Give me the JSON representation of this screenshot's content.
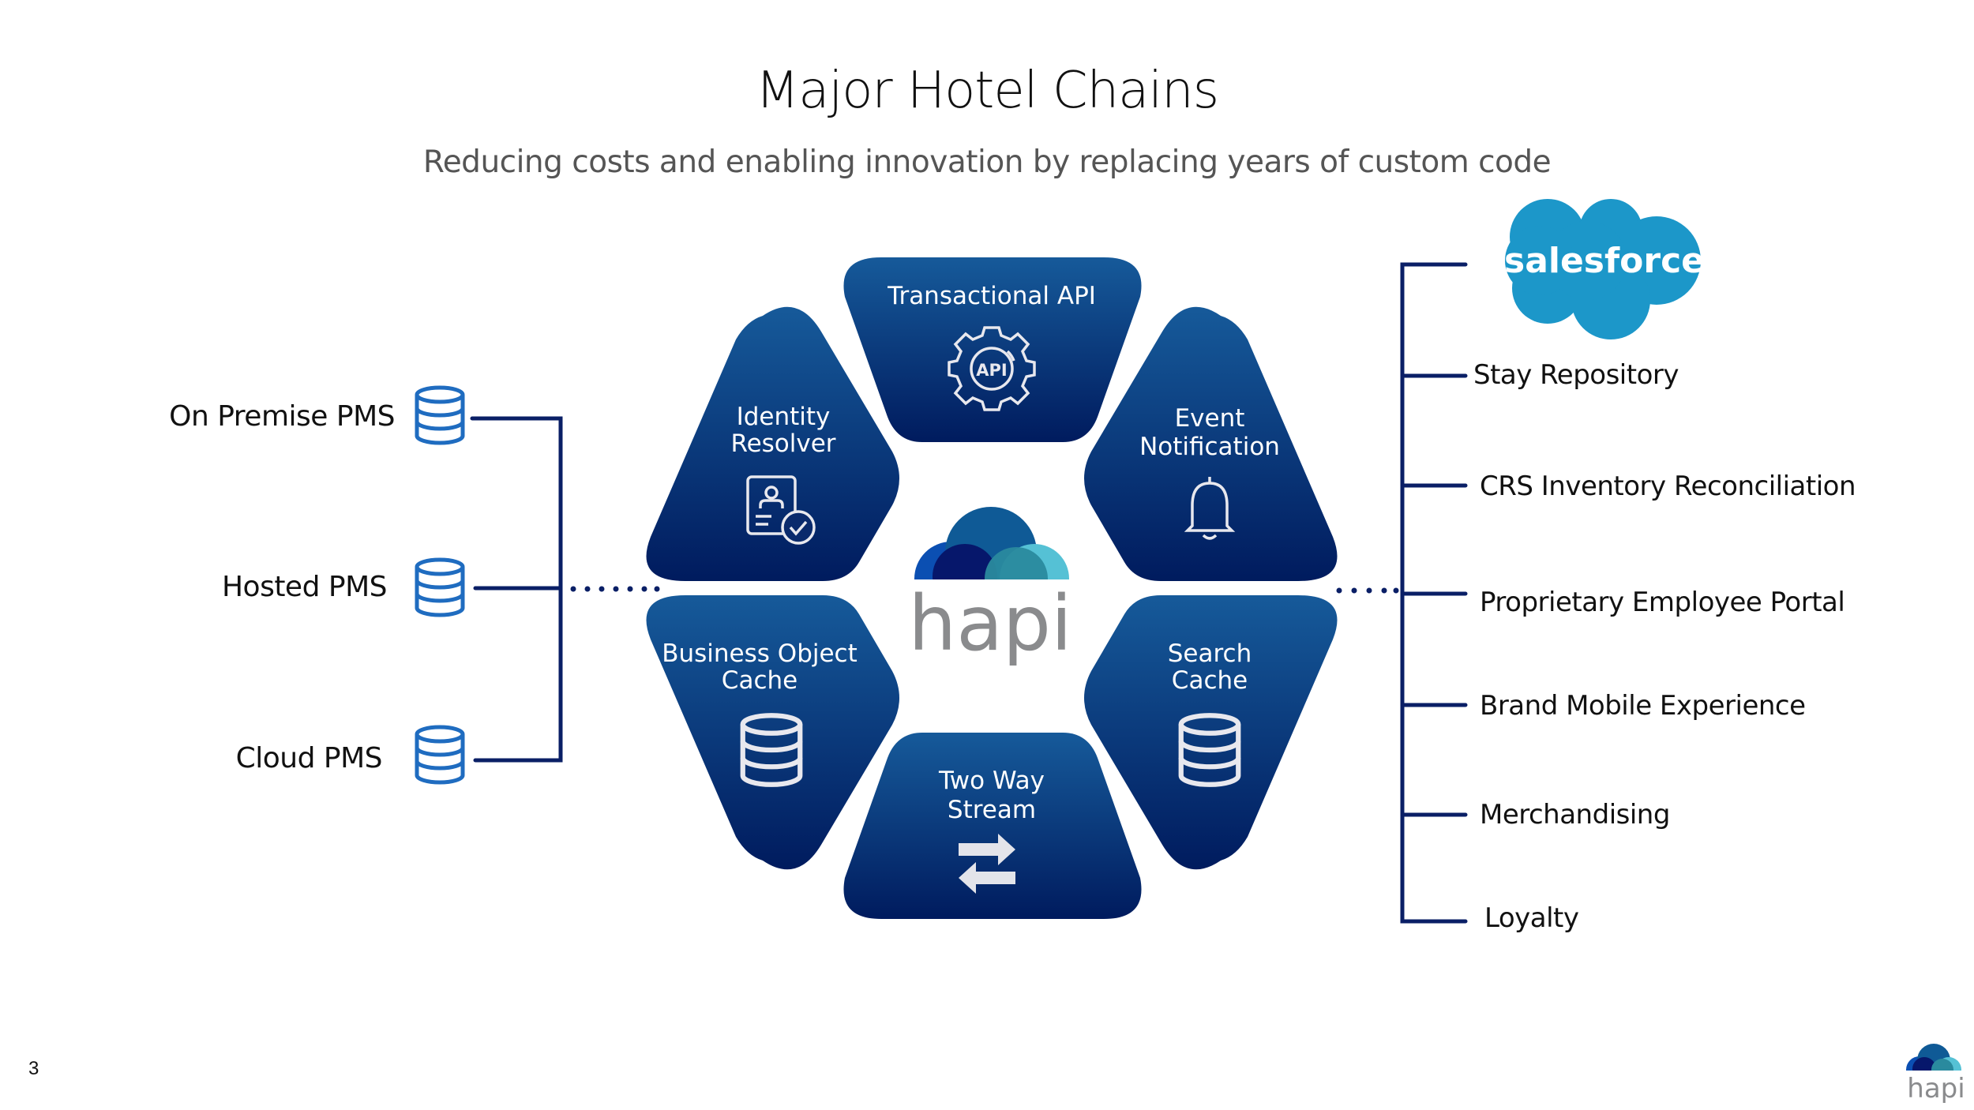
{
  "slide": {
    "title": "Major Hotel Chains",
    "subtitle": "Reducing costs and enabling innovation by replacing years of custom code",
    "page_number": "3"
  },
  "sources": [
    {
      "label": "On Premise PMS",
      "icon": "database-icon"
    },
    {
      "label": "Hosted PMS",
      "icon": "database-icon"
    },
    {
      "label": "Cloud PMS",
      "icon": "database-icon"
    }
  ],
  "hub": {
    "logo_text": "hapi",
    "segments": [
      {
        "id": "transactional-api",
        "lines": [
          "Transactional API"
        ],
        "icon": "api-gear-icon"
      },
      {
        "id": "event-notification",
        "lines": [
          "Event",
          "Notification"
        ],
        "icon": "bell-icon"
      },
      {
        "id": "search-cache",
        "lines": [
          "Search",
          "Cache"
        ],
        "icon": "database-icon"
      },
      {
        "id": "two-way-stream",
        "lines": [
          "Two Way",
          "Stream"
        ],
        "icon": "swap-arrows-icon"
      },
      {
        "id": "business-object-cache",
        "lines": [
          "Business Object",
          "Cache"
        ],
        "icon": "database-icon"
      },
      {
        "id": "identity-resolver",
        "lines": [
          "Identity",
          "Resolver"
        ],
        "icon": "id-badge-check-icon"
      }
    ]
  },
  "targets": {
    "salesforce_logo_text": "salesforce",
    "items": [
      "Stay Repository",
      "CRS Inventory Reconciliation",
      "Proprietary Employee Portal",
      "Brand Mobile Experience",
      "Merchandising",
      "Loyalty"
    ]
  },
  "colors": {
    "segment_top": "#165a9a",
    "segment_bottom": "#001b5e",
    "connector": "#0a1f66",
    "db_icon": "#1f6cc0",
    "salesforce": "#1c97c9",
    "hapi_text": "#8a8b8d",
    "logo_blue1": "#0b4fb2",
    "logo_blue2": "#0f5a96",
    "logo_navy": "#06176b",
    "logo_teal": "#2a8a9e",
    "logo_cyan": "#55c1d5"
  }
}
